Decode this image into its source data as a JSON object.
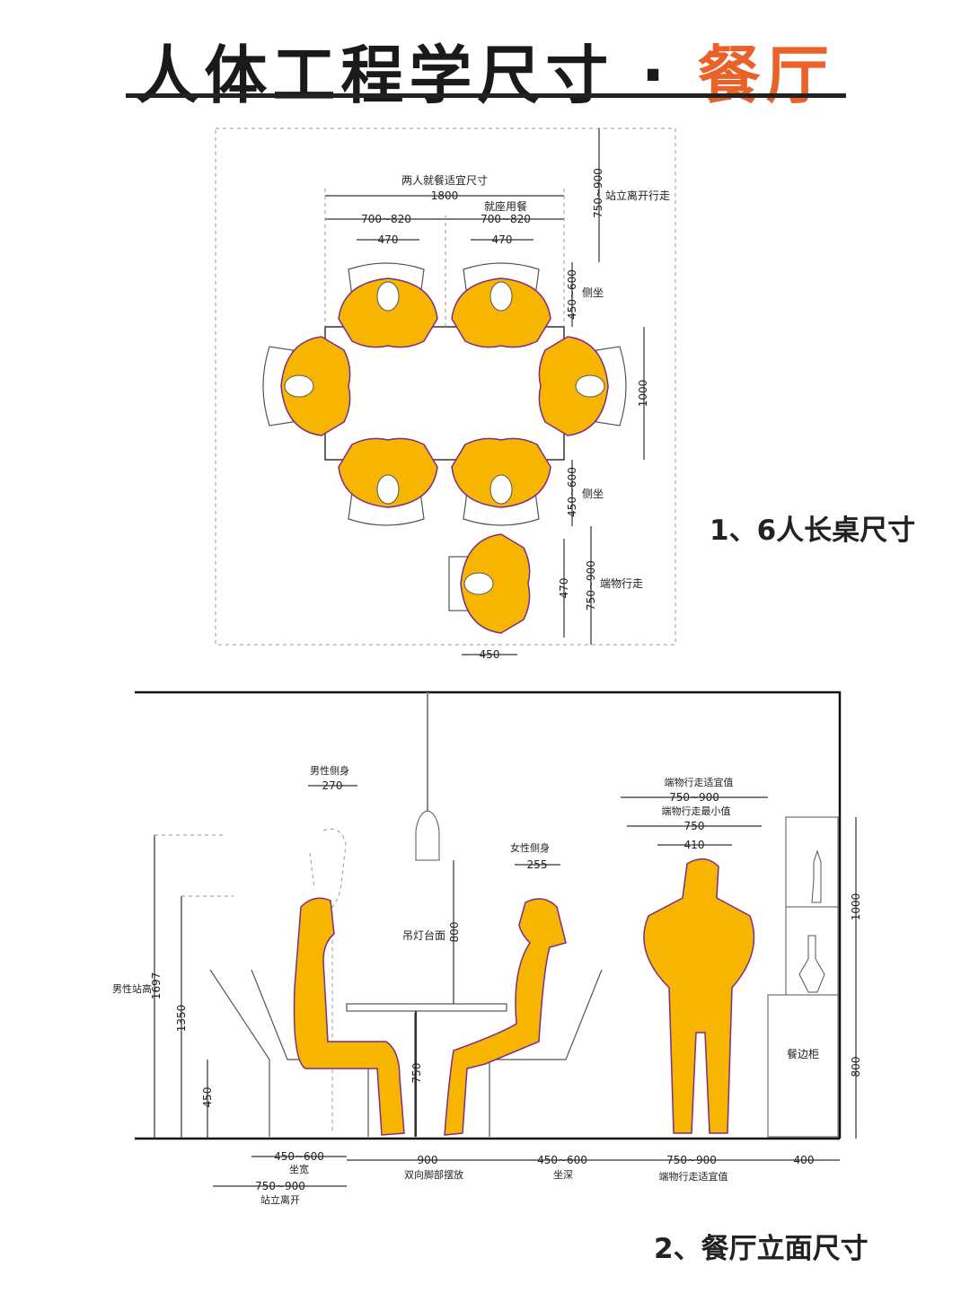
{
  "header": {
    "title_main": "人体工程学尺寸",
    "title_sep": " · ",
    "title_accent": "餐厅",
    "accent_color": "#e8622a"
  },
  "plan": {
    "caption": "1、6人长桌尺寸",
    "labels": {
      "two_person": "两人就餐适宜尺寸",
      "total": "1800",
      "seat_label": "就座用餐",
      "width_a": "700~820",
      "width_b": "700~820",
      "shoulder_a": "470",
      "shoulder_b": "470",
      "stand_leave": "站立离开行走",
      "stand_leave_dim": "750~900",
      "side_seat_top": "侧坐",
      "side_seat_top_dim": "450~600",
      "side_seat_bottom": "侧坐",
      "side_seat_bottom_dim": "450~600",
      "table_depth": "1000",
      "carry_walk": "端物行走",
      "carry_walk_dim": "750~900",
      "person_depth": "470",
      "person_width": "450"
    }
  },
  "elevation": {
    "caption": "2、餐厅立面尺寸",
    "labels": {
      "male_side": "男性侧身",
      "male_side_dim": "270",
      "female_side": "女性侧身",
      "female_side_dim": "255",
      "male_height_label": "男性站高",
      "male_height": "1697",
      "seated_height": "1350",
      "seat_height": "450",
      "table_height": "750",
      "lamp_label": "吊灯台面",
      "lamp_dim": "800",
      "carry_ok": "端物行走适宜值",
      "carry_ok_dim": "750~900",
      "carry_min": "端物行走最小值",
      "carry_min_dim": "750",
      "shoulder": "410",
      "cabinet_upper": "1000",
      "cabinet_lower": "800",
      "cabinet": "餐边柜",
      "seat_width_dim": "450~600",
      "seat_width": "坐宽",
      "stand_leave_dim": "750~900",
      "stand_leave": "站立离开",
      "feet_dim": "900",
      "feet": "双向脚部摆放",
      "seat_depth_dim": "450~600",
      "seat_depth": "坐深",
      "walk_dim": "750~900",
      "walk": "端物行走适宜值",
      "cabinet_depth": "400"
    }
  }
}
